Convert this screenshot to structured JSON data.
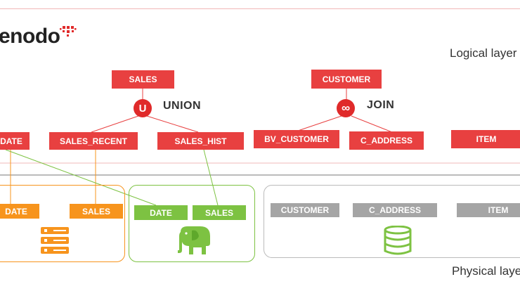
{
  "brand": {
    "name": "enodo"
  },
  "layers": {
    "logical": "Logical layer",
    "physical": "Physical layer"
  },
  "logical": {
    "sales": "SALES",
    "union_symbol": "U",
    "union_label": "UNION",
    "date": "DATE",
    "sales_recent": "SALES_RECENT",
    "sales_hist": "SALES_HIST",
    "customer": "CUSTOMER",
    "join_symbol": "∞",
    "join_label": "JOIN",
    "bv_customer": "BV_CUSTOMER",
    "c_address": "C_ADDRESS",
    "item": "ITEM"
  },
  "physical": {
    "orange": {
      "date": "DATE",
      "sales": "SALES"
    },
    "green": {
      "date": "DATE",
      "sales": "SALES"
    },
    "grey": {
      "customer": "CUSTOMER",
      "c_address": "C_ADDRESS",
      "item": "ITEM"
    }
  },
  "colors": {
    "logical_box": "#e84040",
    "operator": "#e02a2a",
    "orange_source": "#f7941d",
    "green_source": "#7dc242",
    "grey_source": "#a5a5a5"
  },
  "icons": {
    "brand": "dots-cross-icon",
    "orange_source": "server-rack-icon",
    "green_source": "hadoop-elephant-icon",
    "grey_source": "database-cylinder-icon"
  }
}
